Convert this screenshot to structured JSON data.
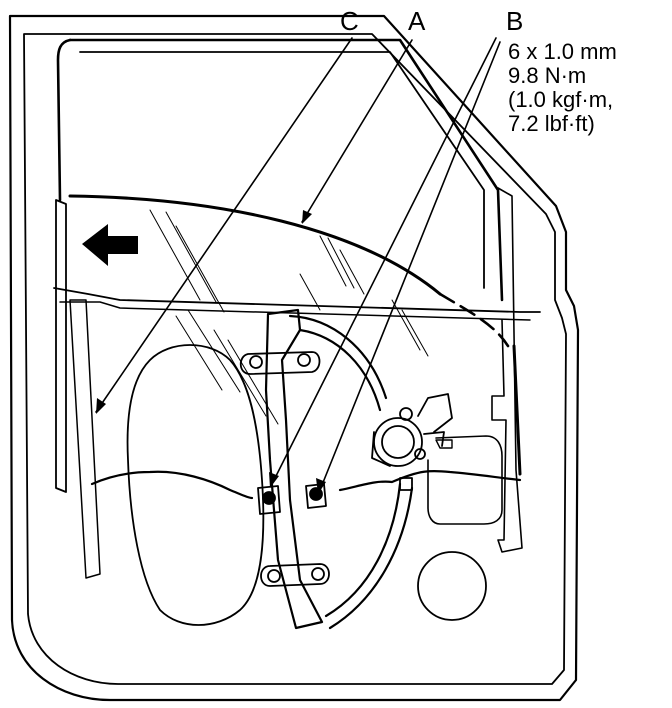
{
  "callouts": {
    "a": "A",
    "b": "B",
    "c": "C"
  },
  "spec": {
    "size": "6 x 1.0 mm",
    "torque_nm": "9.8 N·m",
    "torque_kgfm": "(1.0 kgf·m,",
    "torque_lbfft": "7.2 lbf·ft)"
  },
  "direction_arrow": "arrow-left-icon",
  "colors": {
    "line": "#000000",
    "background": "#ffffff"
  }
}
